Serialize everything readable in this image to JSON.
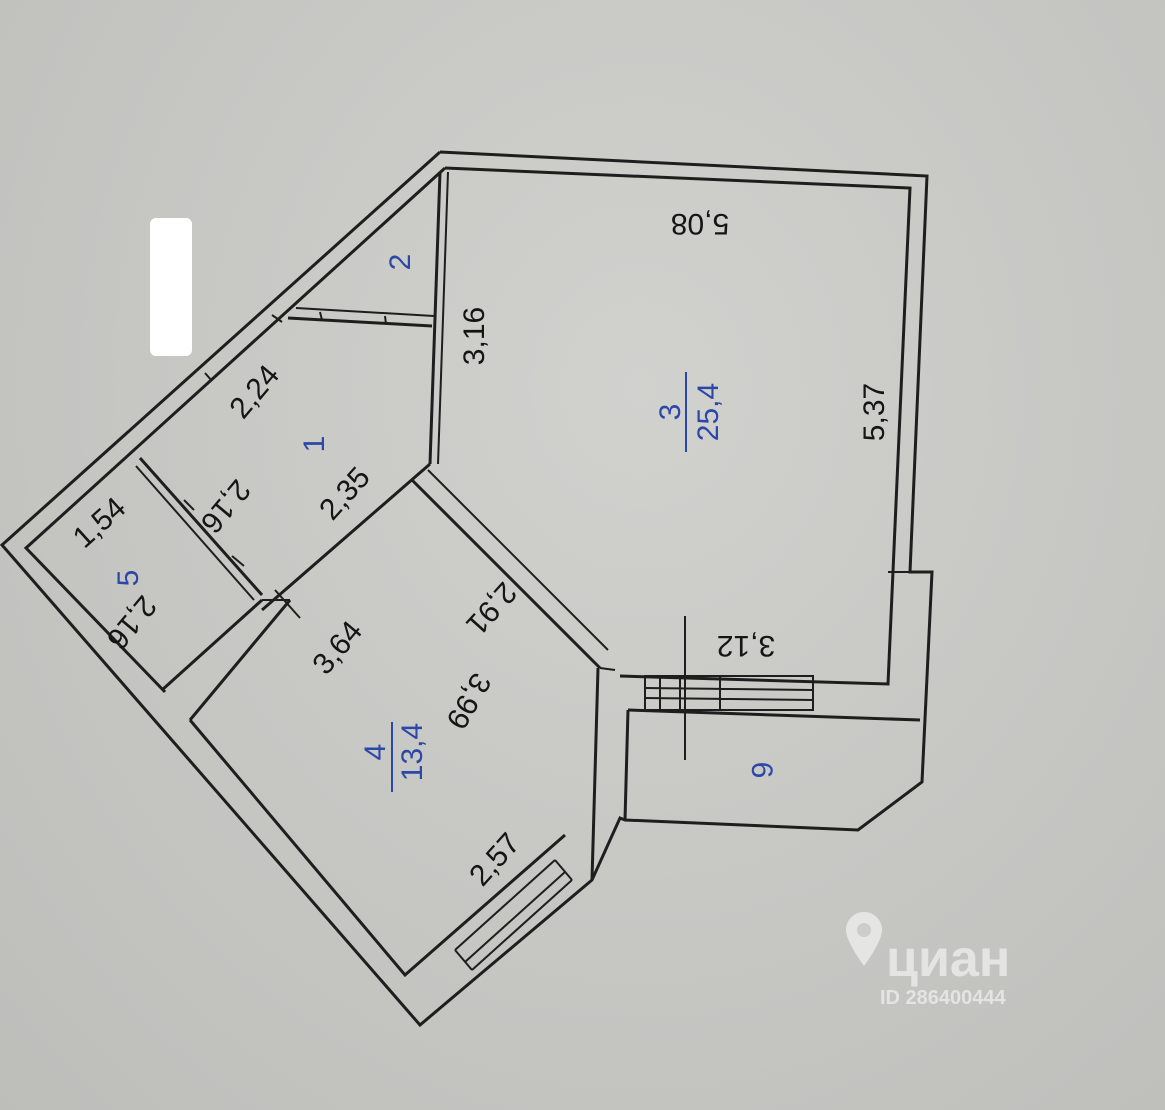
{
  "dimensions": {
    "room3_width": "5,08",
    "room3_height": "5,37",
    "room3_left_wall": "3,16",
    "room3_bottom": "3,12",
    "room1_top": "2,24",
    "room1_bottom": "2,35",
    "room1_left": "2,16",
    "room4_top": "3,64",
    "room4_inner": "3,99",
    "room4_right": "2,91",
    "room4_window": "2,57",
    "room5_top": "1,54",
    "room5_side": "2,16"
  },
  "rooms": {
    "r1_num": "1",
    "r2_num": "2",
    "r3_num": "3",
    "r3_area": "25,4",
    "r4_num": "4",
    "r4_area": "13,4",
    "r5_num": "5",
    "r6_num": "6"
  },
  "watermark": {
    "brand": "циан",
    "id": "ID 286400444"
  },
  "colors": {
    "background": "#c7c7c4",
    "wall": "#1e1e1e",
    "room_label": "#2b47a8",
    "redaction": "#ffffff"
  },
  "icons": {
    "watermark_pin": "location-pin-icon"
  }
}
